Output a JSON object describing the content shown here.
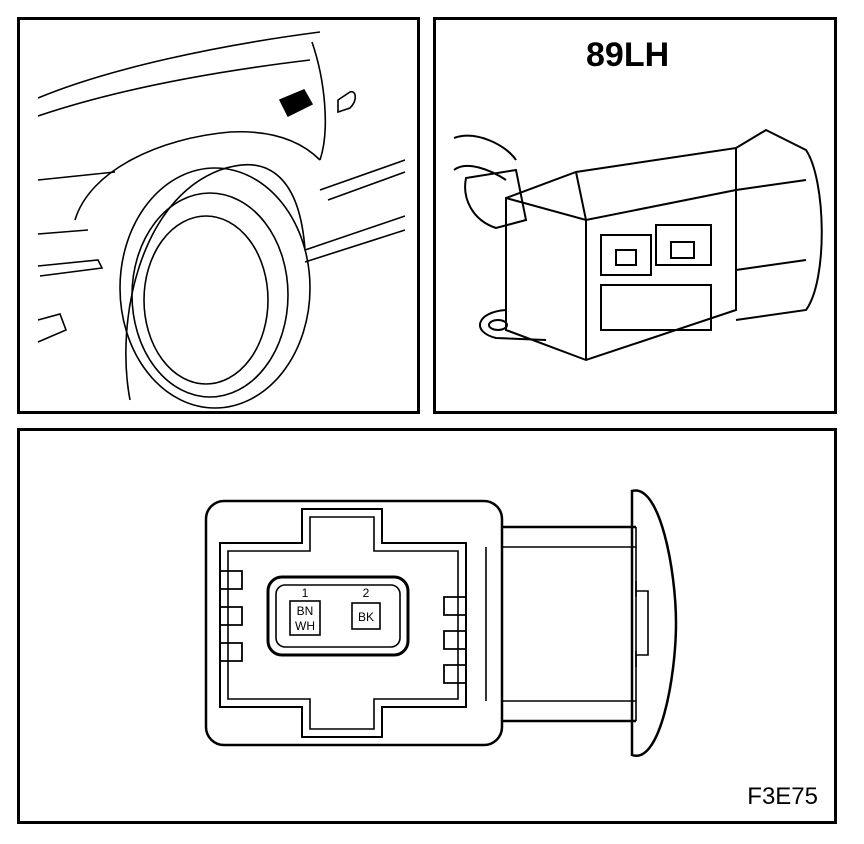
{
  "connector": {
    "title": "89LH",
    "pins": [
      {
        "number": "1",
        "color_line1": "BN",
        "color_line2": "WH"
      },
      {
        "number": "2",
        "color_line1": "BK",
        "color_line2": ""
      }
    ]
  },
  "figure_code": "F3E75"
}
